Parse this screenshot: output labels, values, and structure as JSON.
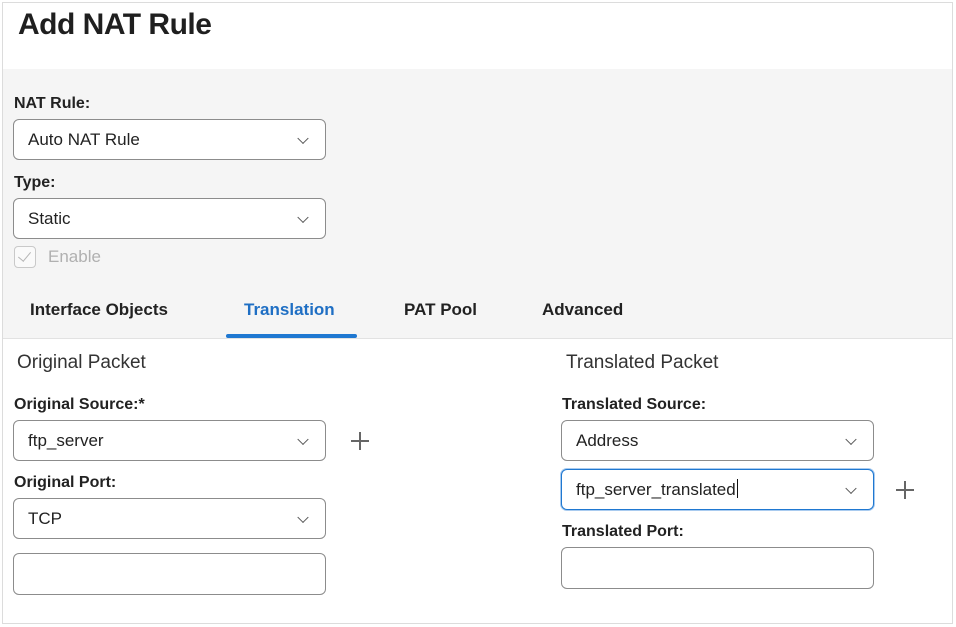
{
  "dialog": {
    "title": "Add NAT Rule"
  },
  "nat_rule": {
    "label": "NAT Rule:",
    "value": "Auto NAT Rule"
  },
  "type": {
    "label": "Type:",
    "value": "Static"
  },
  "enable": {
    "label": "Enable",
    "checked": true,
    "disabled": true
  },
  "tabs": [
    {
      "label": "Interface Objects",
      "active": false
    },
    {
      "label": "Translation",
      "active": true
    },
    {
      "label": "PAT Pool",
      "active": false
    },
    {
      "label": "Advanced",
      "active": false
    }
  ],
  "original_packet": {
    "title": "Original Packet",
    "source_label": "Original Source:*",
    "source_value": "ftp_server",
    "port_label": "Original Port:",
    "port_protocol": "TCP",
    "port_value": ""
  },
  "translated_packet": {
    "title": "Translated Packet",
    "source_label": "Translated Source:",
    "source_type": "Address",
    "source_value": "ftp_server_translated",
    "port_label": "Translated Port:",
    "port_value": ""
  },
  "icons": {
    "add": "plus-icon",
    "dropdown": "chevron-down-icon",
    "check": "checkmark-icon"
  },
  "colors": {
    "accent": "#1f78d1",
    "section_bg": "#f5f5f5"
  }
}
